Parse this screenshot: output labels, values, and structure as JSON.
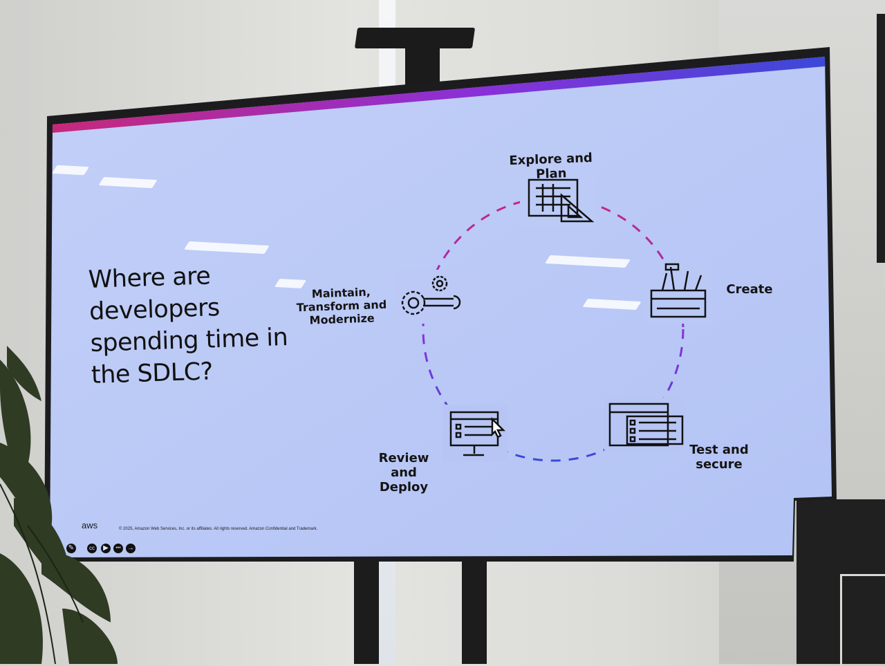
{
  "slide": {
    "title": "Where are developers spending time in the SDLC?",
    "stages": {
      "explore": "Explore and Plan",
      "create": "Create",
      "test": "Test and\nsecure",
      "review": "Review and\nDeploy",
      "maintain": "Maintain,\nTransform and\nModernize"
    },
    "footer": {
      "logo": "aws",
      "copyright": "© 2025, Amazon Web Services, Inc. or its affiliates. All rights reserved. Amazon Confidential and Trademark."
    },
    "controls": [
      "←",
      "✎",
      "cc",
      "▶",
      "•••",
      "→"
    ]
  },
  "colors": {
    "screen": "#b9c8f6",
    "accent_magenta": "#c8287a",
    "accent_purple": "#7a35d6",
    "accent_blue": "#3b49d8"
  },
  "icons": [
    "blueprint-icon",
    "toolbox-icon",
    "checklist-window-icon",
    "monitor-icon",
    "gears-wrench-icon"
  ]
}
